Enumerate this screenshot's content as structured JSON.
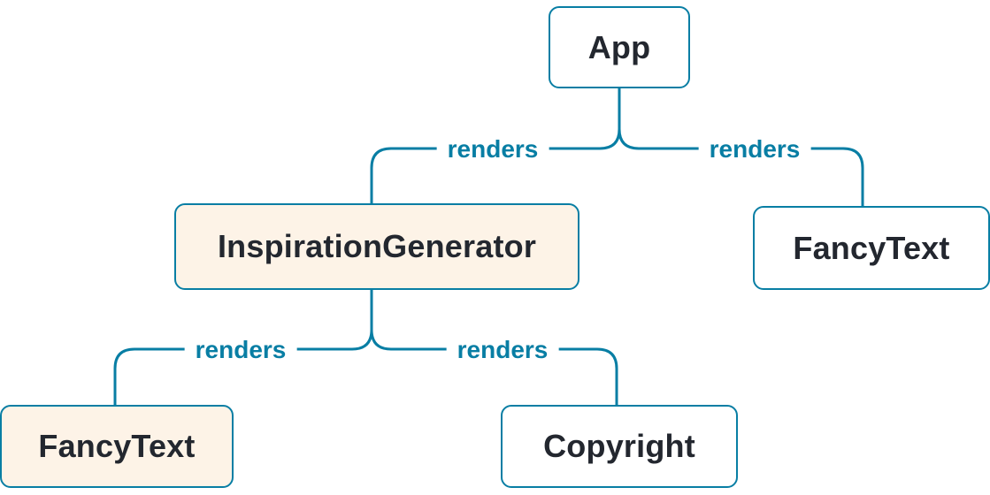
{
  "diagram": {
    "type": "render-tree",
    "nodes": [
      {
        "id": "app",
        "label": "App",
        "variant": "default"
      },
      {
        "id": "inspiration-generator",
        "label": "InspirationGenerator",
        "variant": "highlight"
      },
      {
        "id": "fancytext-top-right",
        "label": "FancyText",
        "variant": "default"
      },
      {
        "id": "fancytext-bottom-left",
        "label": "FancyText",
        "variant": "highlight"
      },
      {
        "id": "copyright",
        "label": "Copyright",
        "variant": "default"
      }
    ],
    "edges": [
      {
        "from": "App",
        "to": "InspirationGenerator",
        "label": "renders"
      },
      {
        "from": "App",
        "to": "FancyText",
        "label": "renders"
      },
      {
        "from": "InspirationGenerator",
        "to": "FancyText",
        "label": "renders"
      },
      {
        "from": "InspirationGenerator",
        "to": "Copyright",
        "label": "renders"
      }
    ],
    "colors": {
      "accent": "#087ea4",
      "node_background": "#ffffff",
      "highlight_background": "#fdf3e7",
      "node_text": "#23272f"
    }
  }
}
